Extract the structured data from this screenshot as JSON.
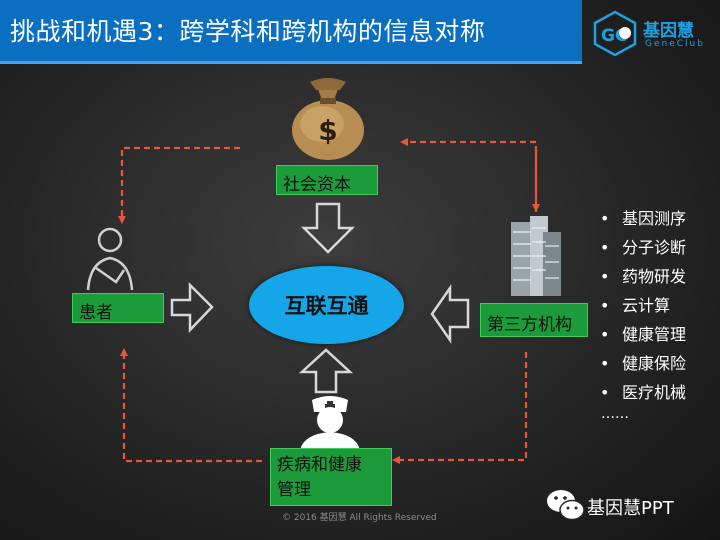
{
  "header": {
    "title": "挑战和机遇3：跨学科和跨机构的信息对称",
    "logo_main": "基因慧",
    "logo_sub": "GeneClub"
  },
  "nodes": {
    "social_capital": "社会资本",
    "patient": "患者",
    "third_party": "第三方机构",
    "disease_health_line1": "疾病和健康",
    "disease_health_line2": "管理",
    "center": "互联互通"
  },
  "services": {
    "items": [
      "基因测序",
      "分子诊断",
      "药物研发",
      "云计算",
      "健康管理",
      "健康保险",
      "医疗机械"
    ],
    "more": "……"
  },
  "footer": {
    "copyright": "© 2016 基因慧 All Rights Reserved",
    "wechat": "基因慧PPT"
  },
  "colors": {
    "title_bar": "#0a6fc0",
    "label_green": "#1c9b3a",
    "center_blue": "#15a6ea",
    "dashed_arrow": "#e8553a"
  }
}
